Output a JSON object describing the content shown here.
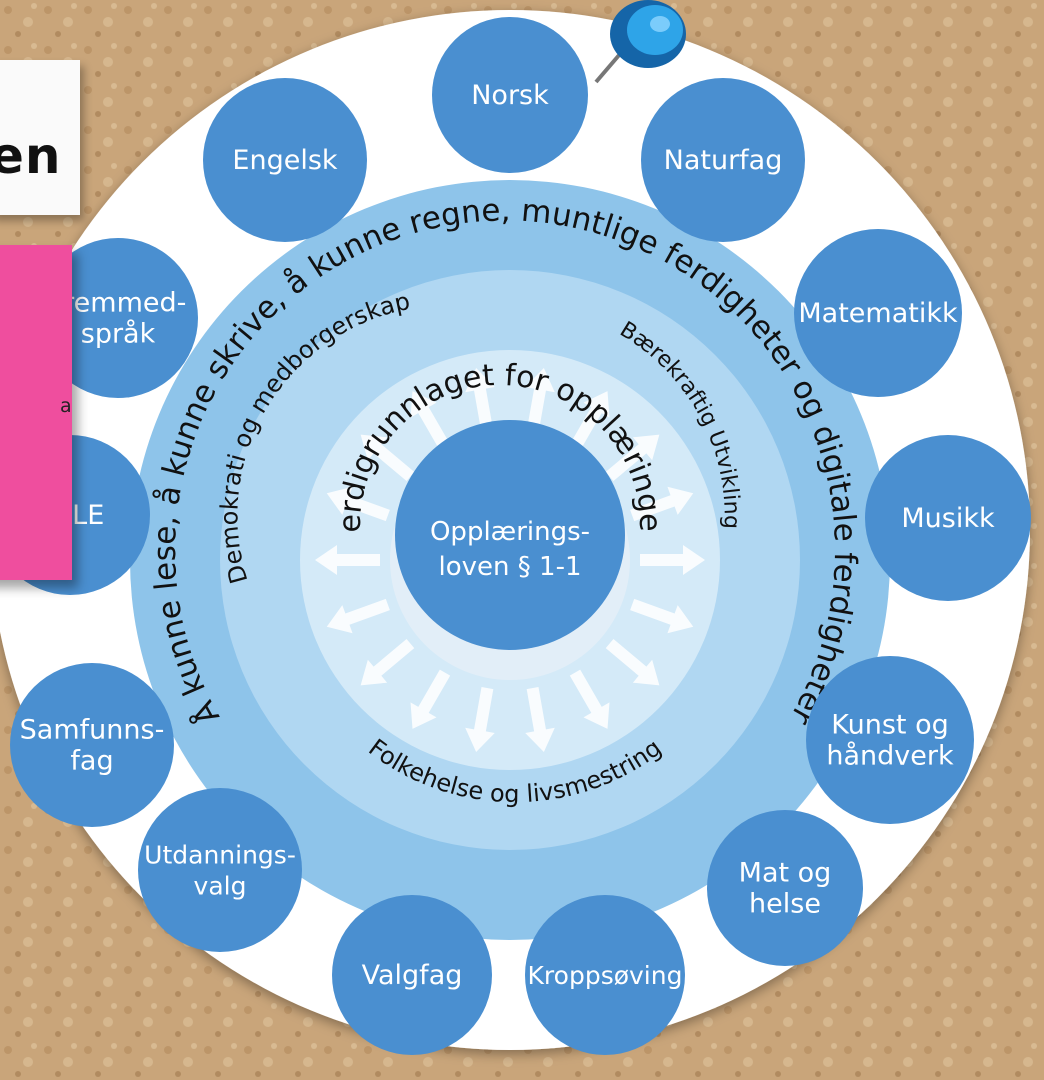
{
  "title_fragment": "en",
  "sticky_note_fragment": "al i",
  "center": {
    "line1": "Opplærings-",
    "line2": "loven § 1-1"
  },
  "inner_ring_text": "Verdigrunnlaget for opplæringen",
  "middle_ring": {
    "left": "Demokrati og medborgerskap",
    "right": "Bærekraftig Utvikling",
    "bottom": "Folkehelse og livsmestring"
  },
  "outer_ring_text": "Å kunne lese, å kunne skrive, å kunne regne, muntlige ferdigheter og digitale ferdigheter",
  "subjects": [
    {
      "lines": [
        "Norsk"
      ]
    },
    {
      "lines": [
        "Naturfag"
      ]
    },
    {
      "lines": [
        "Matematikk"
      ]
    },
    {
      "lines": [
        "Musikk"
      ]
    },
    {
      "lines": [
        "Kunst og",
        "håndverk"
      ]
    },
    {
      "lines": [
        "Mat og",
        "helse"
      ]
    },
    {
      "lines": [
        "Kroppsøving"
      ]
    },
    {
      "lines": [
        "Valgfag"
      ]
    },
    {
      "lines": [
        "Utdannings-",
        "valg"
      ]
    },
    {
      "lines": [
        "Samfunns-",
        "fag"
      ]
    },
    {
      "lines": [
        "KRLE"
      ]
    },
    {
      "lines": [
        "Fremmed-",
        "språk"
      ]
    },
    {
      "lines": [
        "Engelsk"
      ]
    }
  ],
  "colors": {
    "background": "#c9a57a",
    "subject_circle": "#4a8fd0",
    "outer_ring": "#8ec4ea",
    "middle_ring": "#b0d7f2",
    "inner_ring": "#d4eaf8",
    "center_circle": "#4a8fd0",
    "sticky_note": "#ef4e9e",
    "pin": "#1e8fd8"
  }
}
